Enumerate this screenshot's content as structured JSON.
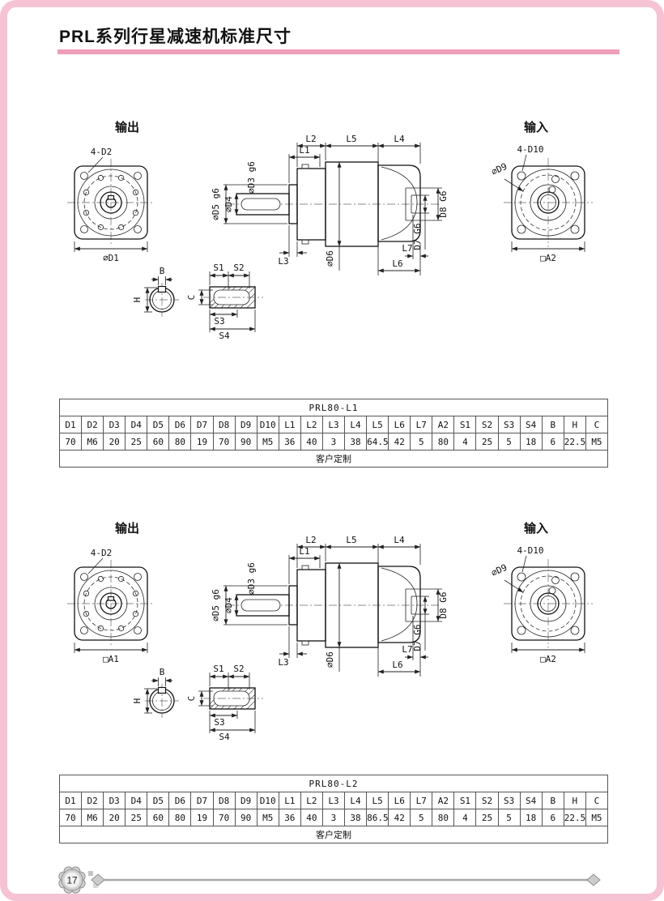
{
  "page": {
    "title": "PRL系列行星减速机标准尺寸",
    "page_number": "17"
  },
  "drawing": {
    "output_label": "输出",
    "input_label": "输入",
    "front_holes": "4-D2",
    "rear_holes": "4-D10",
    "d9": "⌀D9",
    "a2_dim": "□A2",
    "l1": "L1",
    "l2": "L2",
    "l3": "L3",
    "l4": "L4",
    "l5": "L5",
    "l6": "L6",
    "l7": "L7",
    "d3": "⌀D3 g6",
    "d4": "⌀D4",
    "d5": "⌀D5 g6",
    "d6": "⌀D6",
    "d7": "D7 G6",
    "d8": "D8 G6",
    "b": "B",
    "h": "H",
    "c": "C",
    "s1": "S1",
    "s2": "S2",
    "s3": "S3",
    "s4": "S4"
  },
  "section1": {
    "flange_dim": "⌀D1"
  },
  "section2": {
    "flange_dim": "□A1"
  },
  "accent_color": "#ee9eb8",
  "tables": [
    {
      "title": "PRL80-L1",
      "columns": [
        "D1",
        "D2",
        "D3",
        "D4",
        "D5",
        "D6",
        "D7",
        "D8",
        "D9",
        "D10",
        "L1",
        "L2",
        "L3",
        "L4",
        "L5",
        "L6",
        "L7",
        "A2",
        "S1",
        "S2",
        "S3",
        "S4",
        "B",
        "H",
        "C"
      ],
      "values": [
        "70",
        "M6",
        "20",
        "25",
        "60",
        "80",
        "19",
        "70",
        "90",
        "M5",
        "36",
        "40",
        "3",
        "38",
        "64.5",
        "42",
        "5",
        "80",
        "4",
        "25",
        "5",
        "18",
        "6",
        "22.5",
        "M5"
      ],
      "footer": "客户定制"
    },
    {
      "title": "PRL80-L2",
      "columns": [
        "D1",
        "D2",
        "D3",
        "D4",
        "D5",
        "D6",
        "D7",
        "D8",
        "D9",
        "D10",
        "L1",
        "L2",
        "L3",
        "L4",
        "L5",
        "L6",
        "L7",
        "A2",
        "S1",
        "S2",
        "S3",
        "S4",
        "B",
        "H",
        "C"
      ],
      "values": [
        "70",
        "M6",
        "20",
        "25",
        "60",
        "80",
        "19",
        "70",
        "90",
        "M5",
        "36",
        "40",
        "3",
        "38",
        "86.5",
        "42",
        "5",
        "80",
        "4",
        "25",
        "5",
        "18",
        "6",
        "22.5",
        "M5"
      ],
      "footer": "客户定制"
    }
  ]
}
